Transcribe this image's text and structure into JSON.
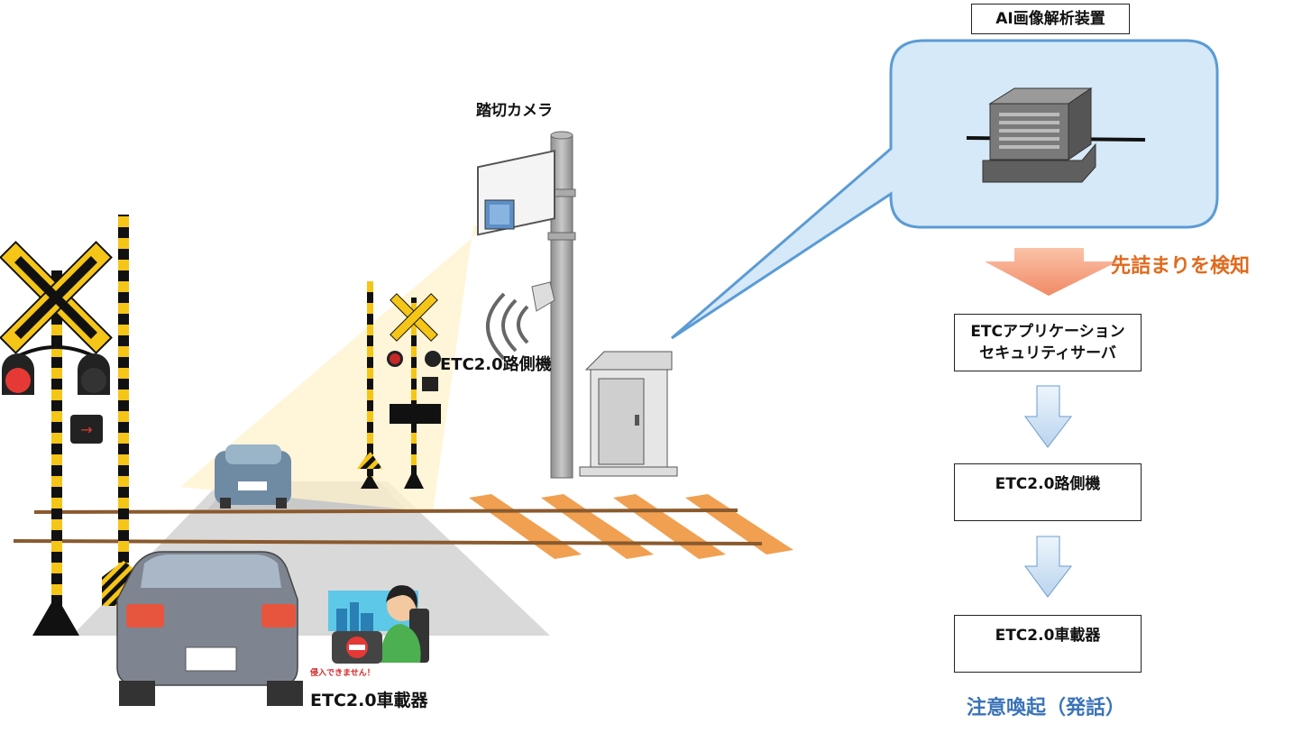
{
  "labels": {
    "ai_title": "AI画像解析装置",
    "camera": "踏切カメラ",
    "roadside_left": "ETC2.0路側機",
    "onboard_left": "ETC2.0車載器",
    "warning_bubble": "侵入できません！",
    "detect": "先詰まりを検知"
  },
  "flow": {
    "server_line1": "ETCアプリケーション",
    "server_line2": "セキュリティサーバ",
    "roadside": "ETC2.0路側機",
    "onboard": "ETC2.0車載器",
    "result": "注意喚起（発話）"
  },
  "colors": {
    "detect_text": "#e06a1e",
    "result_text": "#3b74b8",
    "bubble_fill": "#d6e9f8",
    "bubble_stroke": "#5b9bd5",
    "arrow_blue": "#d4e5f5",
    "arrow_orange": "#f6a68a",
    "rail_sleeper": "#f0a050",
    "rail": "#8a5a2e",
    "crossing_yellow": "#f5c518"
  }
}
